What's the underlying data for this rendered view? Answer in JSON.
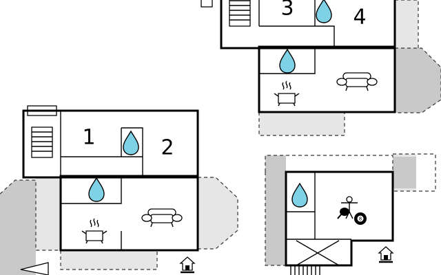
{
  "rooms": {
    "bedroom_1": "1",
    "bedroom_2": "2",
    "bedroom_3": "3",
    "bedroom_4": "4"
  },
  "icons": {
    "bathroom": "water-drop-icon",
    "kitchen": "cooking-pot-icon",
    "living": "sofa-icon",
    "stairs": "stairs-icon",
    "entrance": "house-entrance-icon",
    "games": "table-tennis-icon",
    "billiards": "billiard-ball-icon",
    "terrace": "terrace-area",
    "direction": "arrow-icon"
  },
  "billiard_ball": "8",
  "colors": {
    "wall": "#000000",
    "water": "#7fd2e6",
    "terrace_light": "#e6e6e6",
    "terrace_dark": "#c9c9c9"
  }
}
